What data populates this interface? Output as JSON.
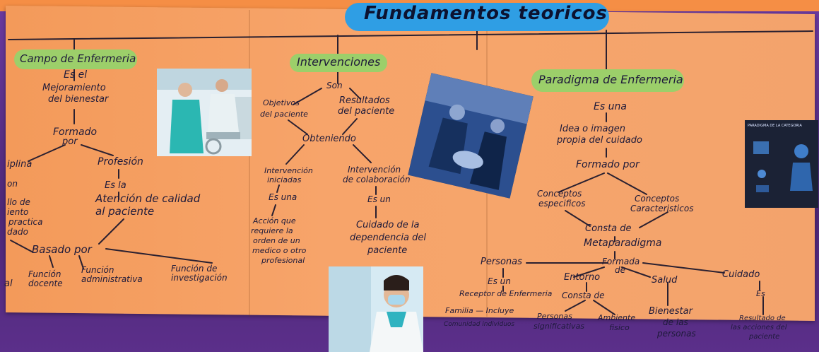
{
  "title": "Fundamentos teoricos",
  "sections": {
    "campo": {
      "header": "Campo de Enfermeria",
      "es_el": "Es el",
      "mejoramiento": [
        "Mejoramiento",
        "del bienestar"
      ],
      "formado": [
        "Formado",
        "por"
      ],
      "disciplina": "iplina",
      "disciplina_frag": [
        "on",
        "llo de",
        "iento",
        "practica",
        "dado"
      ],
      "profesion": "Profesión",
      "es_la": "Es la",
      "atencion": [
        "Atención de calidad",
        "al paciente"
      ],
      "basado": "Basado por",
      "funciones": [
        "Función docente",
        "Función administrativa",
        "Función de investigación"
      ],
      "left_edge": "al"
    },
    "intervenciones": {
      "header": "Intervenciones",
      "son": "Son",
      "objetivos": [
        "Objetivos",
        "del paciente"
      ],
      "resultados": [
        "Resultados",
        "del paciente"
      ],
      "obteniendo": "Obteniendo",
      "iniciadas": [
        "Intervención",
        "iniciadas"
      ],
      "colaboracion": [
        "Intervención",
        "de colaboración"
      ],
      "es_una": "Es una",
      "es_un": "Es un",
      "accion": [
        "Acción que",
        "requiere la",
        "orden de un",
        "medico o otro",
        "profesional"
      ],
      "cuidado": [
        "Cuidado de la",
        "dependencia del",
        "paciente"
      ]
    },
    "paradigma": {
      "header": "Paradigma de Enfermeria",
      "es_una": "Es una",
      "idea": [
        "Idea o imagen",
        "propia del cuidado"
      ],
      "formado_por": "Formado por",
      "conceptos_esp": [
        "Conceptos",
        "especificos"
      ],
      "conceptos_car": [
        "Conceptos",
        "Caracteristicos"
      ],
      "consta": "Consta de",
      "metaparadigma": "Metaparadigma",
      "formada_de": [
        "Formada",
        "de"
      ],
      "personas": "Personas",
      "es_un": "Es un",
      "receptor": "Receptor de Enfermeria",
      "incluye": "Familia — Incluye",
      "comunidad": "Comunidad individuos",
      "entorno": "Entorno",
      "consta_de": "Consta de",
      "personas_sig": [
        "Personas",
        "significativas"
      ],
      "ambiente": [
        "Ambiente",
        "fisico"
      ],
      "salud": "Salud",
      "bienestar": [
        "Bienestar",
        "de las",
        "personas"
      ],
      "cuidado": "Cuidado",
      "es": "Es",
      "resultado": [
        "Resultado de",
        "las acciones del",
        "paciente"
      ]
    }
  },
  "infographic_title": "PARADIGMA DE LA CATEGORIA",
  "colors": {
    "board": "#f6a56b",
    "green_label": "#9ccf6a",
    "title_pill": "#2f9ee4",
    "cloth": "#5a2f86",
    "ink": "#1e1a3a"
  }
}
